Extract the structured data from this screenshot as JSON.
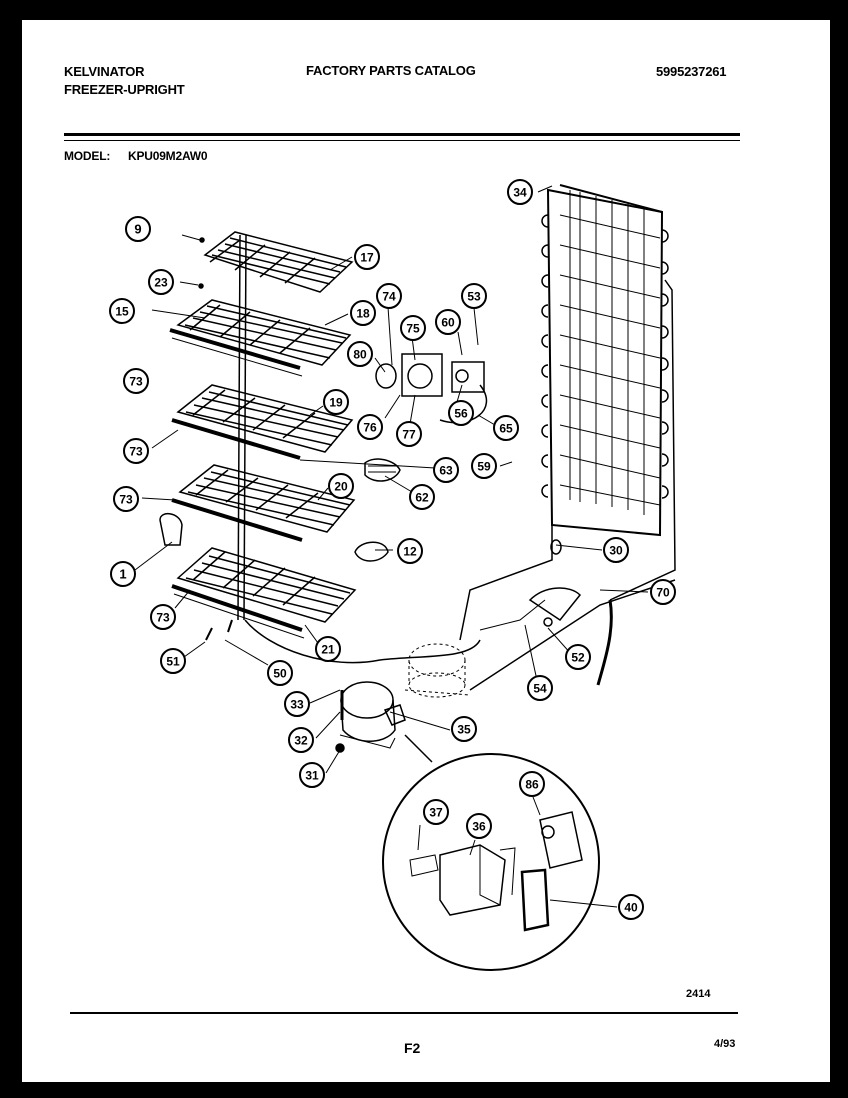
{
  "header": {
    "brand": "KELVINATOR",
    "product": "FREEZER-UPRIGHT",
    "catalog_title": "FACTORY PARTS CATALOG",
    "catalog_number": "5995237261",
    "model_label": "MODEL:",
    "model_number": "KPU09M2AW0"
  },
  "parts": [
    {
      "num": "9"
    },
    {
      "num": "23"
    },
    {
      "num": "15"
    },
    {
      "num": "73"
    },
    {
      "num": "73"
    },
    {
      "num": "73"
    },
    {
      "num": "1"
    },
    {
      "num": "73"
    },
    {
      "num": "51"
    },
    {
      "num": "50"
    },
    {
      "num": "17"
    },
    {
      "num": "18"
    },
    {
      "num": "19"
    },
    {
      "num": "20"
    },
    {
      "num": "21"
    },
    {
      "num": "12"
    },
    {
      "num": "74"
    },
    {
      "num": "80"
    },
    {
      "num": "75"
    },
    {
      "num": "76"
    },
    {
      "num": "77"
    },
    {
      "num": "60"
    },
    {
      "num": "53"
    },
    {
      "num": "56"
    },
    {
      "num": "65"
    },
    {
      "num": "63"
    },
    {
      "num": "62"
    },
    {
      "num": "59"
    },
    {
      "num": "34"
    },
    {
      "num": "30"
    },
    {
      "num": "70"
    },
    {
      "num": "52"
    },
    {
      "num": "54"
    },
    {
      "num": "33"
    },
    {
      "num": "32"
    },
    {
      "num": "31"
    },
    {
      "num": "35"
    },
    {
      "num": "37"
    },
    {
      "num": "36"
    },
    {
      "num": "86"
    },
    {
      "num": "40"
    }
  ],
  "footer": {
    "figure_code": "2414",
    "page": "F2",
    "date": "4/93"
  }
}
